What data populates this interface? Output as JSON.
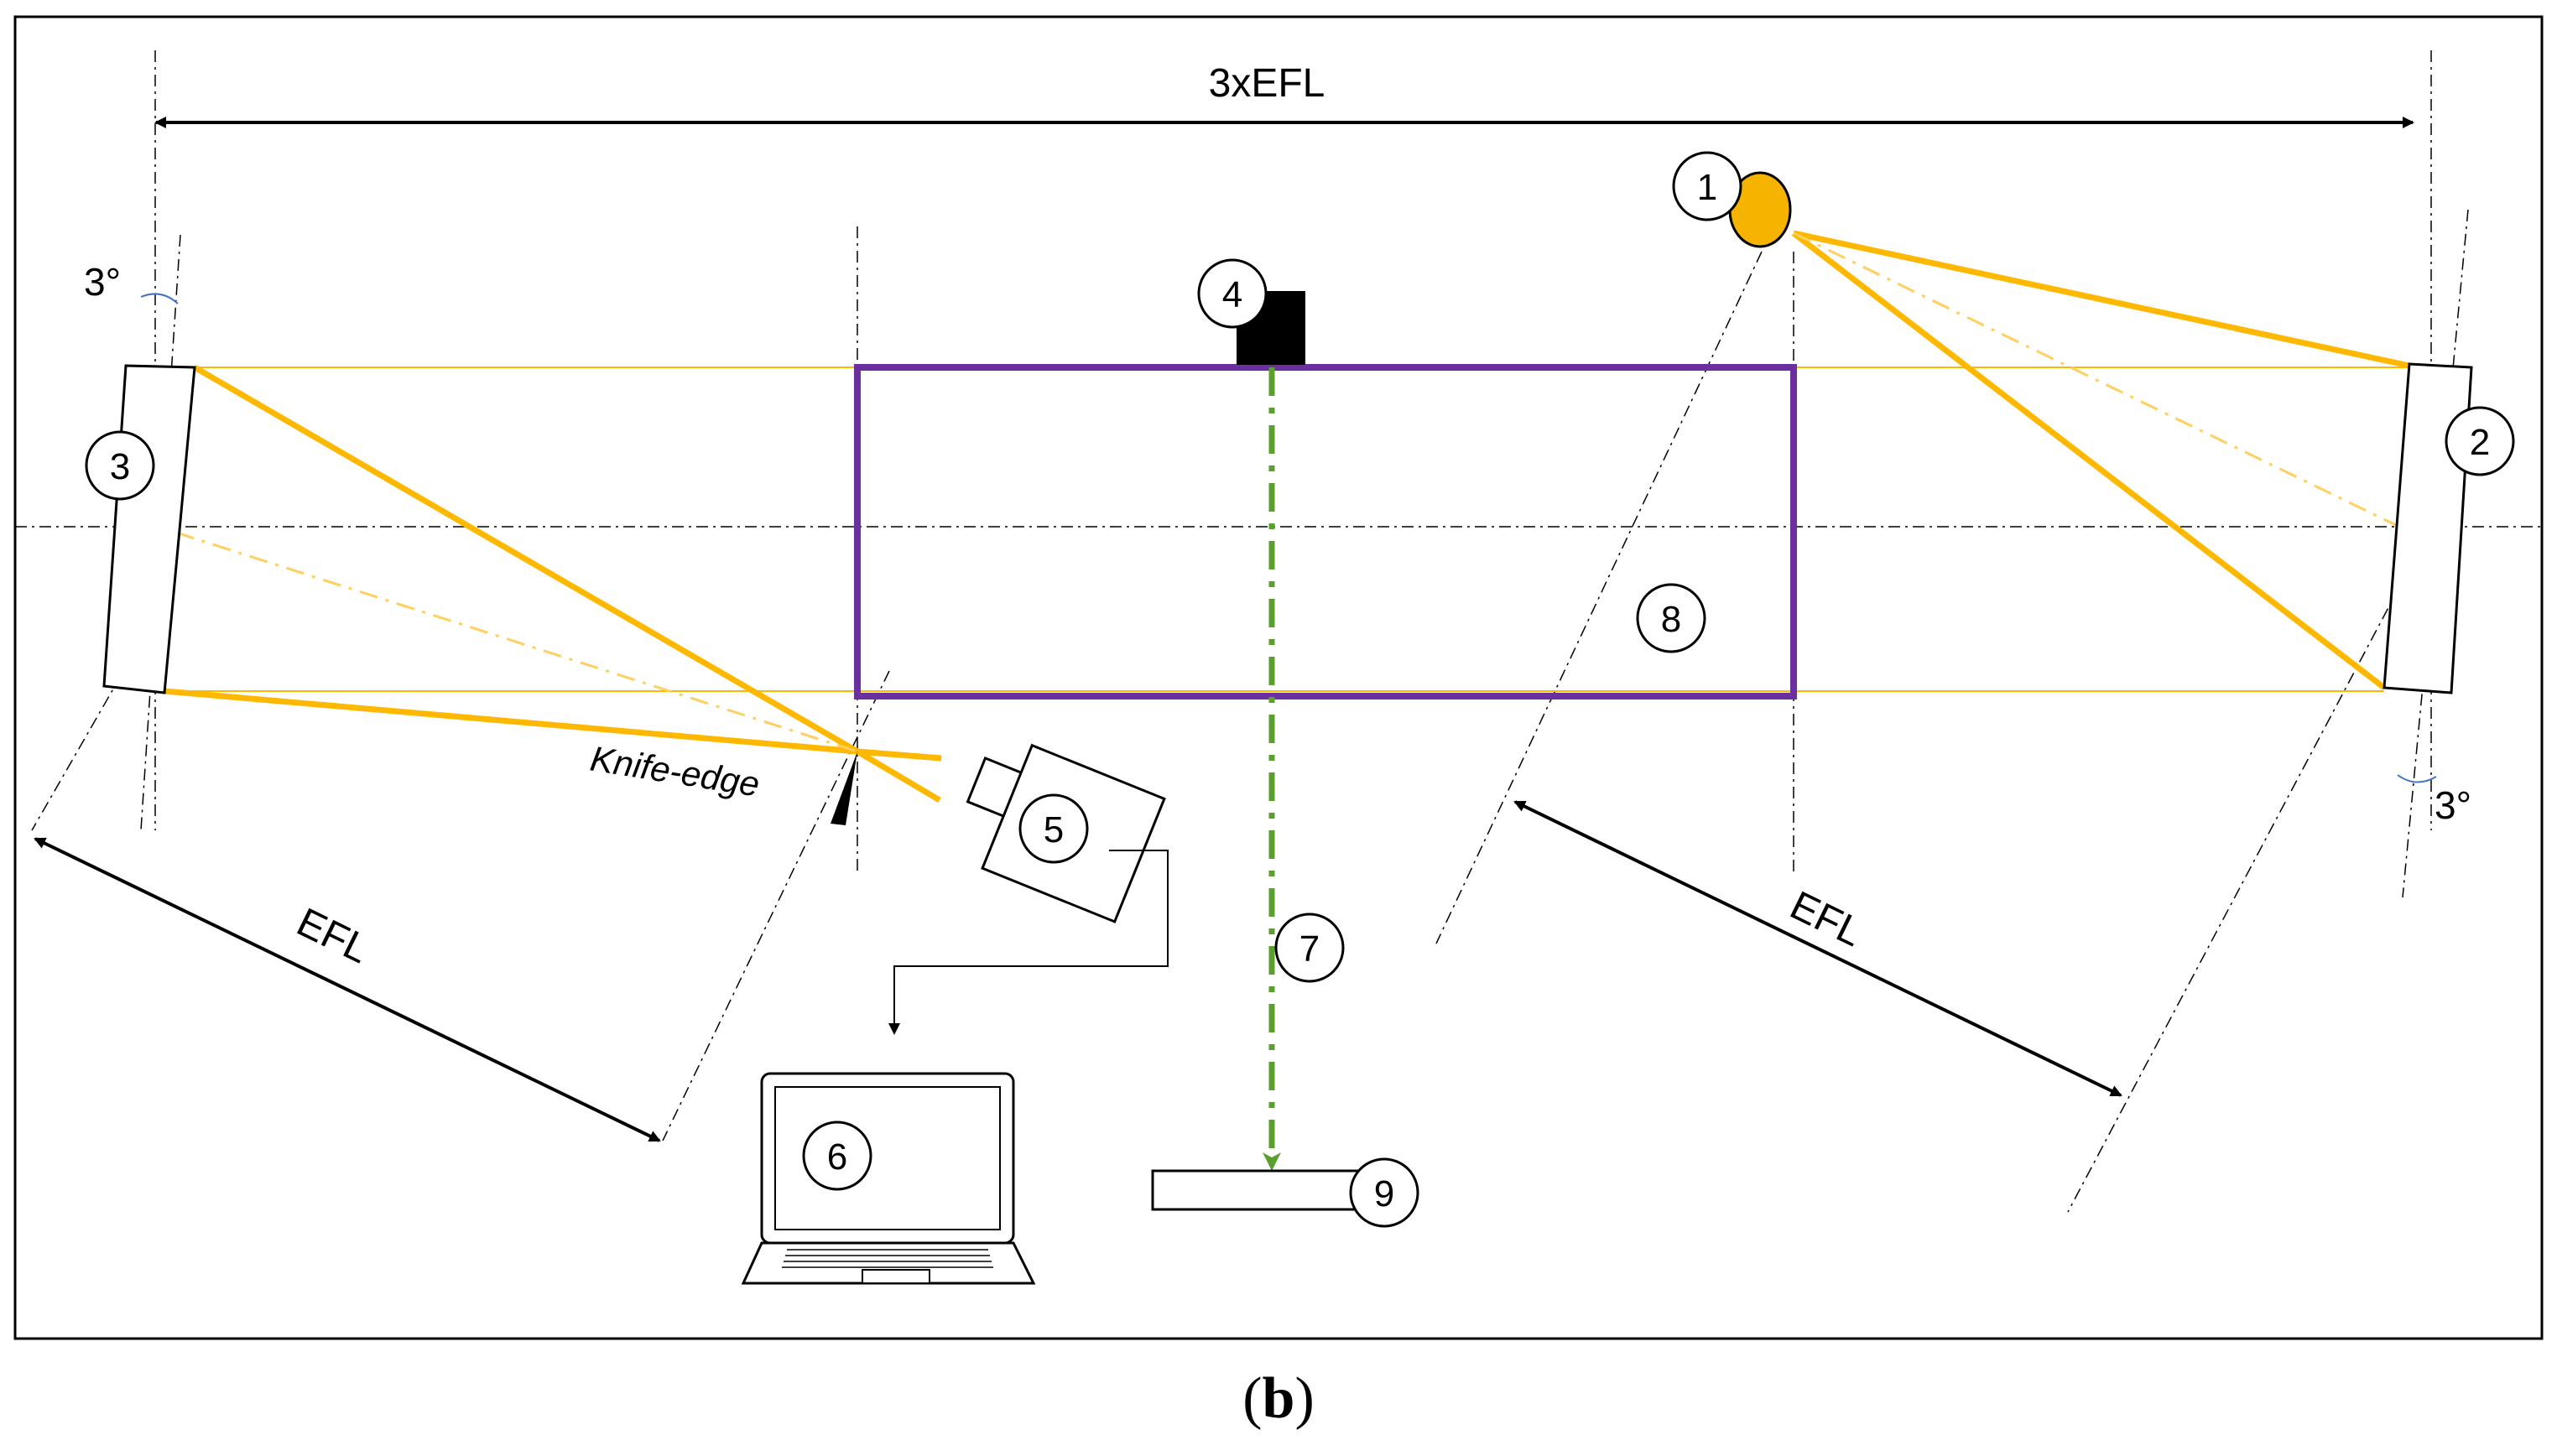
{
  "diagram": {
    "dimension_label": "3xEFL",
    "efl_label_left": "EFL",
    "efl_label_right": "EFL",
    "angle_label_left": "3°",
    "angle_label_right": "3°",
    "knife_edge_label": "Knife-edge",
    "components": [
      {
        "id": "1",
        "label": "1"
      },
      {
        "id": "2",
        "label": "2"
      },
      {
        "id": "3",
        "label": "3"
      },
      {
        "id": "4",
        "label": "4"
      },
      {
        "id": "5",
        "label": "5"
      },
      {
        "id": "6",
        "label": "6"
      },
      {
        "id": "7",
        "label": "7"
      },
      {
        "id": "8",
        "label": "8"
      },
      {
        "id": "9",
        "label": "9"
      }
    ],
    "colors": {
      "light_beam": "#ffb800",
      "test_section": "#6b2fa0",
      "laser_sheet": "#5aa02c",
      "source": "#f6b400",
      "frame": "#000000"
    }
  },
  "caption": {
    "open": "(",
    "letter": "b",
    "close": ")"
  }
}
